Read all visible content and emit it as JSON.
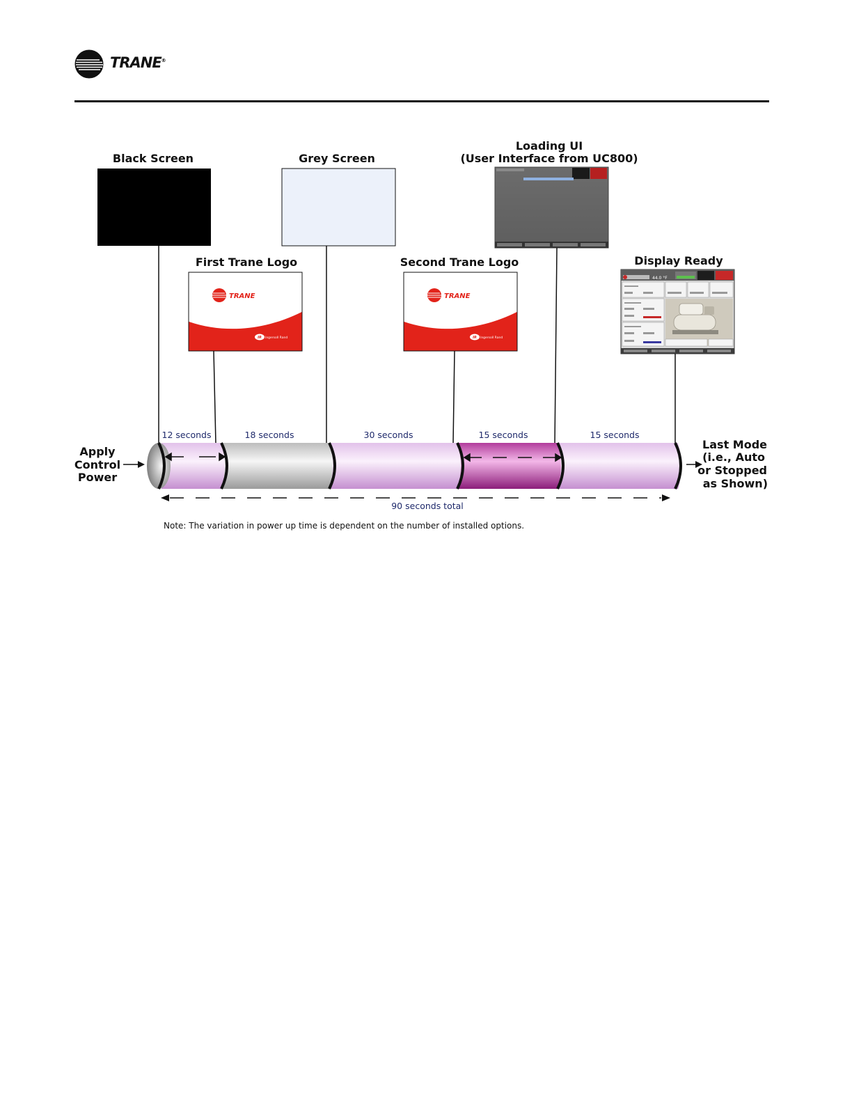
{
  "header": {
    "brand": "TRANE",
    "brand_mark": "®"
  },
  "colors": {
    "trane_red": "#e2231a",
    "bar_lavender": "#e6c9ec",
    "bar_magenta": "#b0409a",
    "bar_grey": "#bdbdbd",
    "duration_text": "#1f2a6b"
  },
  "screens": {
    "black": {
      "label": "Black Screen"
    },
    "grey": {
      "label": "Grey Screen"
    },
    "loading": {
      "label_line1": "Loading UI",
      "label_line2": "(User Interface from UC800)"
    },
    "logo1": {
      "label": "First Trane Logo",
      "brand": "TRANE",
      "partner": "Ingersoll Rand",
      "partner_mark": "IR"
    },
    "logo2": {
      "label": "Second Trane Logo",
      "brand": "TRANE",
      "partner": "Ingersoll Rand",
      "partner_mark": "IR"
    },
    "ready": {
      "label": "Display Ready",
      "temp": "44.0 °F"
    }
  },
  "timeline": {
    "segments": [
      {
        "label": "12 seconds",
        "seconds": 12
      },
      {
        "label": "18 seconds",
        "seconds": 18
      },
      {
        "label": "30 seconds",
        "seconds": 30
      },
      {
        "label": "15 seconds",
        "seconds": 15
      },
      {
        "label": "15 seconds",
        "seconds": 15
      }
    ],
    "total_label": "90 seconds total",
    "start": {
      "line1": "Apply",
      "line2": "Control",
      "line3": "Power"
    },
    "end": {
      "line1": "Last Mode",
      "line2": "(i.e., Auto",
      "line3": "or Stopped",
      "line4": "as Shown)"
    }
  },
  "note": "Note: The variation in power up time is dependent on the number of installed options."
}
